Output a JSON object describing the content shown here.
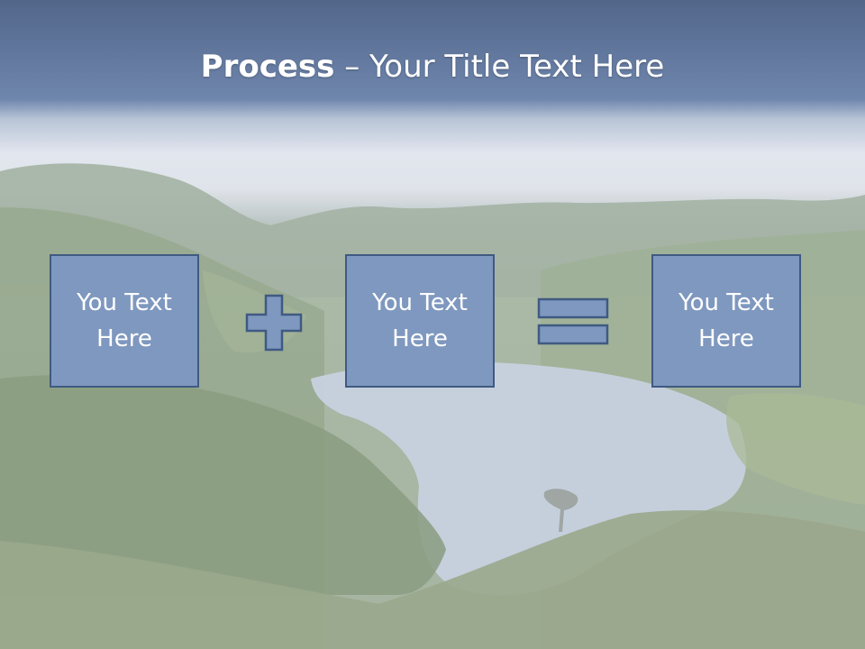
{
  "slide": {
    "title_bold": "Process",
    "title_separator": " – ",
    "title_rest": "Your Title Text Here",
    "boxes": [
      {
        "text": "You Text Here"
      },
      {
        "text": "You Text Here"
      },
      {
        "text": "You Text Here"
      }
    ],
    "operators": [
      "plus-icon",
      "equals-icon"
    ],
    "colors": {
      "box_fill": "#7f98bf",
      "box_border": "#3f5a82",
      "title_band": "#5e7399",
      "text": "#ffffff"
    }
  }
}
